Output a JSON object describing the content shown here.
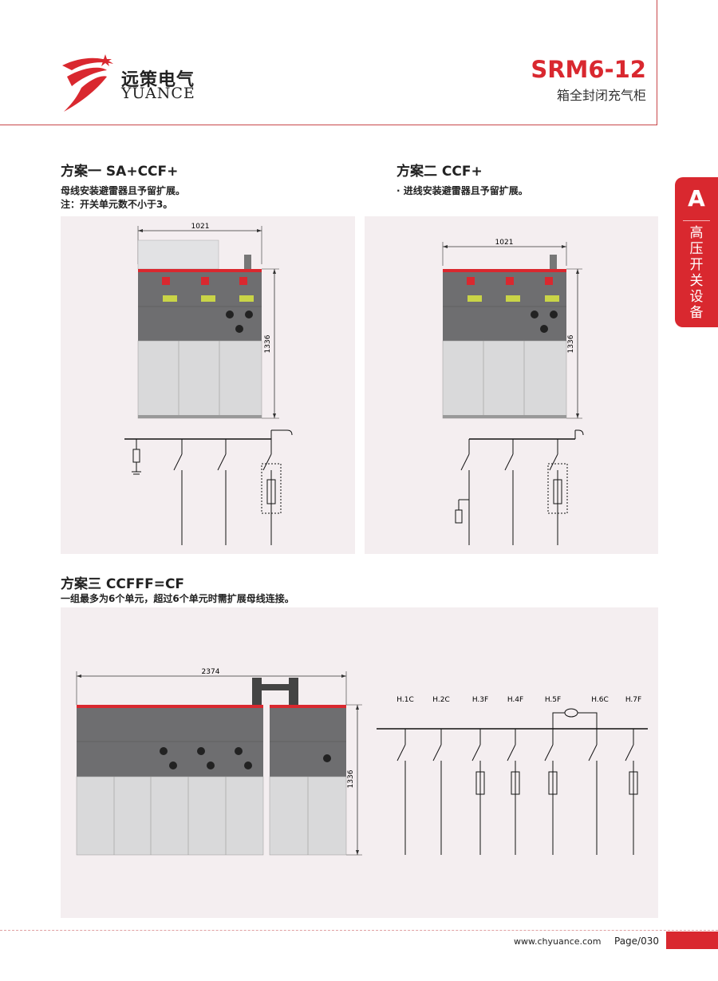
{
  "header": {
    "brand_cn": "远策电气",
    "brand_en": "YUANCE",
    "model": "SRM6-12",
    "model_subtitle": "箱全封闭充气柜"
  },
  "side_tab": {
    "letter": "A",
    "text": "高压开关设备"
  },
  "schemes": [
    {
      "title": "方案一  SA+CCF+",
      "notes": [
        "母线安装避雷器且予留扩展。",
        "注：开关单元数不小于3。"
      ],
      "width_dim": "1021",
      "height_dim": "1336"
    },
    {
      "title": "方案二  CCF+",
      "notes": [
        "· 进线安装避雷器且予留扩展。"
      ],
      "width_dim": "1021",
      "height_dim": "1336"
    },
    {
      "title": "方案三  CCFFF=CF",
      "notes": [
        "一组最多为6个单元，超过6个单元时需扩展母线连接。"
      ],
      "width_dim": "2374",
      "height_dim": "1336",
      "unit_labels": [
        "H.1C",
        "H.2C",
        "H.3F",
        "H.4F",
        "H.5F",
        "H.6C",
        "H.7F"
      ]
    }
  ],
  "footer": {
    "url": "www.chyuance.com",
    "page": "Page/030"
  },
  "colors": {
    "brand_red": "#d9282f",
    "panel_bg": "#f4eef0",
    "cabinet_dark": "#6e6e70",
    "cabinet_light": "#d9d9da"
  }
}
